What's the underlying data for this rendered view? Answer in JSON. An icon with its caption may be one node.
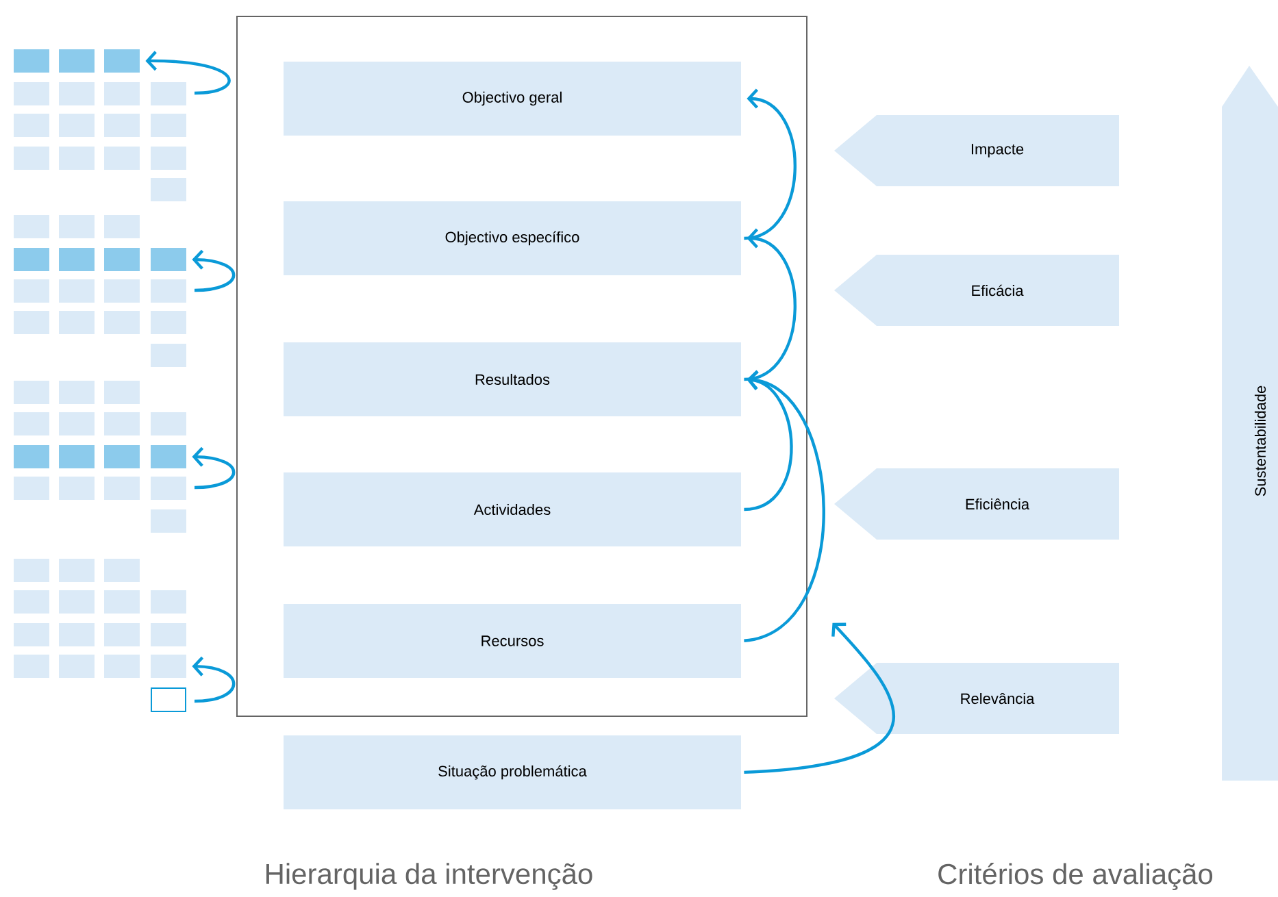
{
  "diagram": {
    "nodes": [
      {
        "text": [],
        "shape": "box"
      },
      {
        "text": [
          "Objectivo geral"
        ],
        "in": 0
      },
      {
        "text": [
          "Objectivo específico"
        ],
        "in": 0
      },
      {
        "text": [
          "Resultados"
        ],
        "in": 0
      },
      {
        "text": [
          "Actividades"
        ],
        "in": 0
      },
      {
        "text": [
          "Recursos"
        ],
        "in": 0
      },
      {
        "text": [
          "Situação problemática"
        ]
      },
      {
        "text": [
          "Impacte"
        ]
      },
      {
        "text": [
          "Eficácia"
        ]
      },
      {
        "text": [
          "Eficiência"
        ]
      },
      {
        "text": [
          "Relevância"
        ]
      },
      {
        "text": [
          "Sustentabilidade"
        ]
      },
      {
        "text": [],
        "shape": "bar"
      },
      {
        "text": [],
        "shape": "bar"
      },
      {
        "text": [],
        "shape": "bar"
      },
      {
        "text": [],
        "shape": "bar"
      }
    ],
    "edges": [
      {
        "from": 2,
        "to": 1,
        "arrow": "to"
      },
      {
        "from": 3,
        "to": 2,
        "arrow": "to"
      },
      {
        "from": 4,
        "to": 3,
        "arrow": "to"
      },
      {
        "from": 5,
        "to": 3,
        "arrow": "to"
      },
      {
        "from": 6,
        "to": null,
        "arrow": "to"
      },
      {
        "from": null,
        "to": 12,
        "arrow": "to"
      },
      {
        "from": null,
        "to": 13,
        "arrow": "to"
      },
      {
        "from": null,
        "to": 14,
        "arrow": "to"
      },
      {
        "from": null,
        "to": 15,
        "arrow": "to"
      }
    ],
    "labels": [
      "Hierarquia da intervenção",
      "Critérios de avaliação"
    ]
  }
}
